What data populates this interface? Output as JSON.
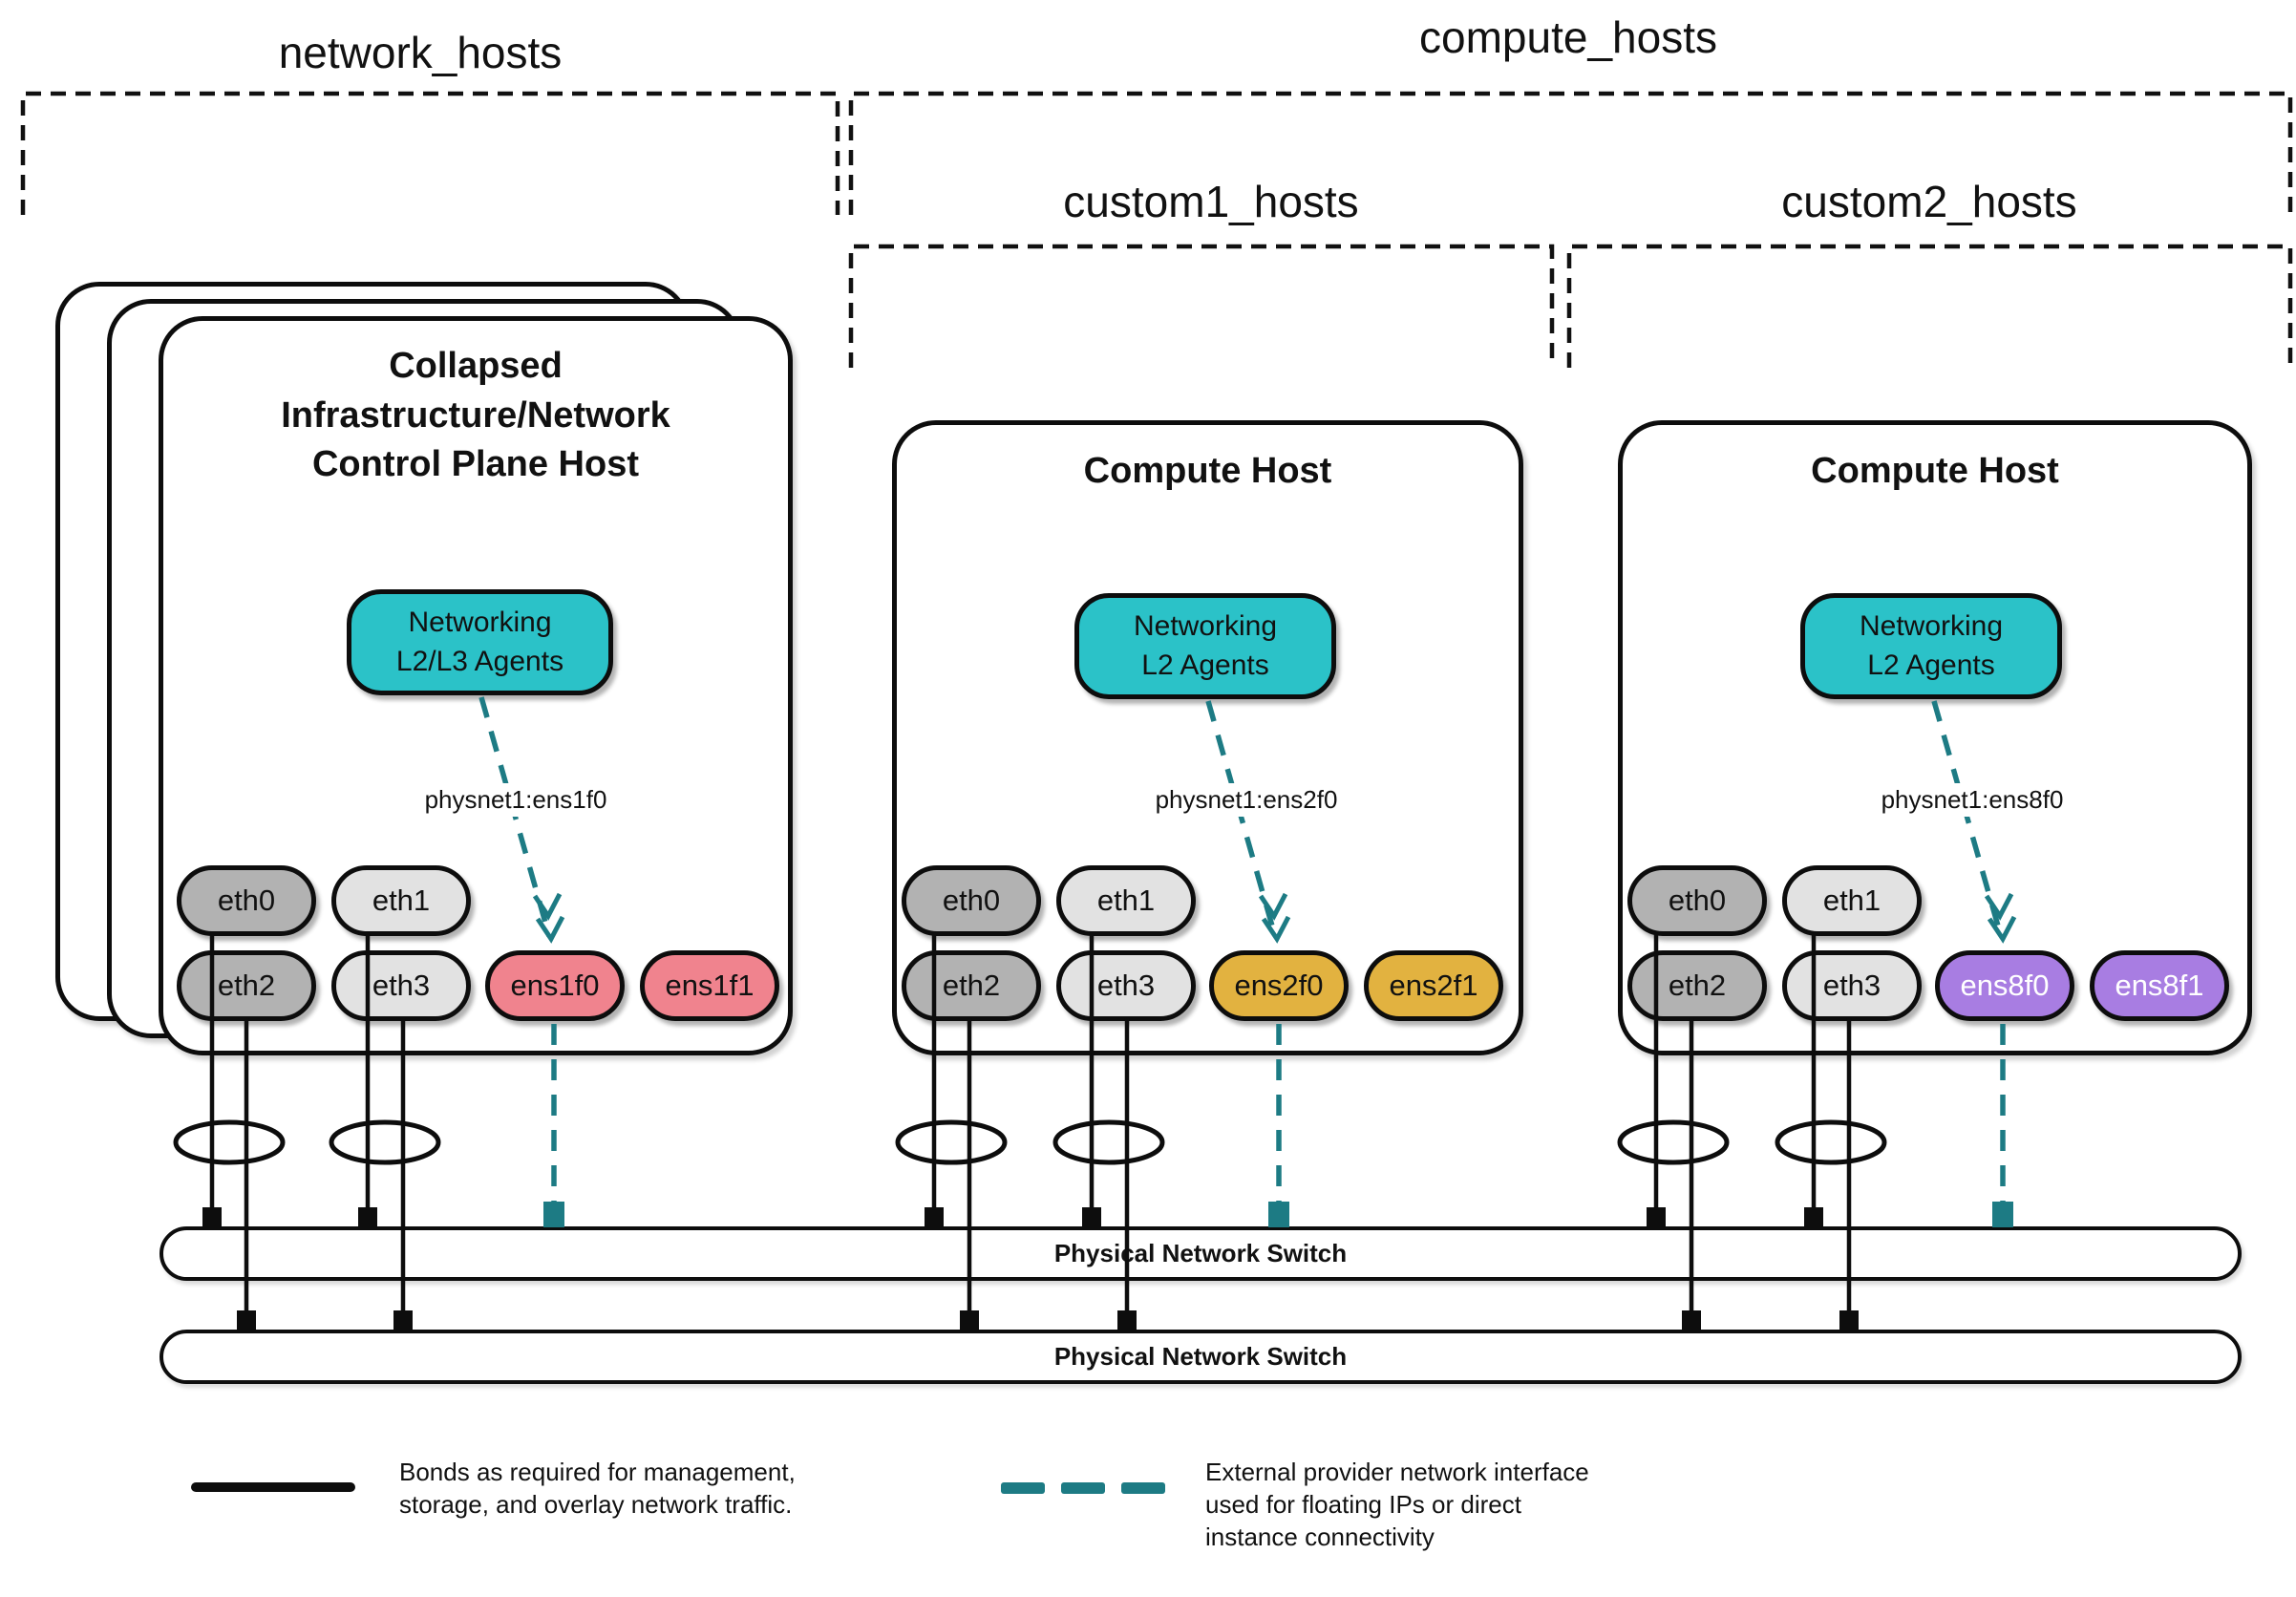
{
  "colors": {
    "teal-fill": "#2bc2c8",
    "teal-line": "#1d7b84",
    "pink": "#f0838e",
    "gold": "#e2b240",
    "purple": "#a87de2",
    "grey-dark": "#b2b2b2",
    "grey-light": "#e2e2e2",
    "ink": "#0d0d0d"
  },
  "groups": {
    "network": {
      "label": "network_hosts"
    },
    "compute": {
      "label": "compute_hosts"
    },
    "custom1": {
      "label": "custom1_hosts"
    },
    "custom2": {
      "label": "custom2_hosts"
    }
  },
  "hosts": [
    {
      "title": "Collapsed\nInfrastructure/Network\nControl Plane Host",
      "agents": "Networking\nL2/L3 Agents",
      "physnet": "physnet1:ens1f0",
      "nics": {
        "eth0": "eth0",
        "eth1": "eth1",
        "eth2": "eth2",
        "eth3": "eth3",
        "ens0": "ens1f0",
        "ens1": "ens1f1"
      }
    },
    {
      "title": "Compute Host",
      "agents": "Networking\nL2 Agents",
      "physnet": "physnet1:ens2f0",
      "nics": {
        "eth0": "eth0",
        "eth1": "eth1",
        "eth2": "eth2",
        "eth3": "eth3",
        "ens0": "ens2f0",
        "ens1": "ens2f1"
      }
    },
    {
      "title": "Compute Host",
      "agents": "Networking\nL2 Agents",
      "physnet": "physnet1:ens8f0",
      "nics": {
        "eth0": "eth0",
        "eth1": "eth1",
        "eth2": "eth2",
        "eth3": "eth3",
        "ens0": "ens8f0",
        "ens1": "ens8f1"
      }
    }
  ],
  "switches": [
    {
      "label": "Physical Network Switch"
    },
    {
      "label": "Physical Network Switch"
    }
  ],
  "legend": {
    "bond": "Bonds as required for management,\nstorage, and overlay network traffic.",
    "external": "External provider network interface\nused for floating IPs or direct\ninstance connectivity"
  }
}
